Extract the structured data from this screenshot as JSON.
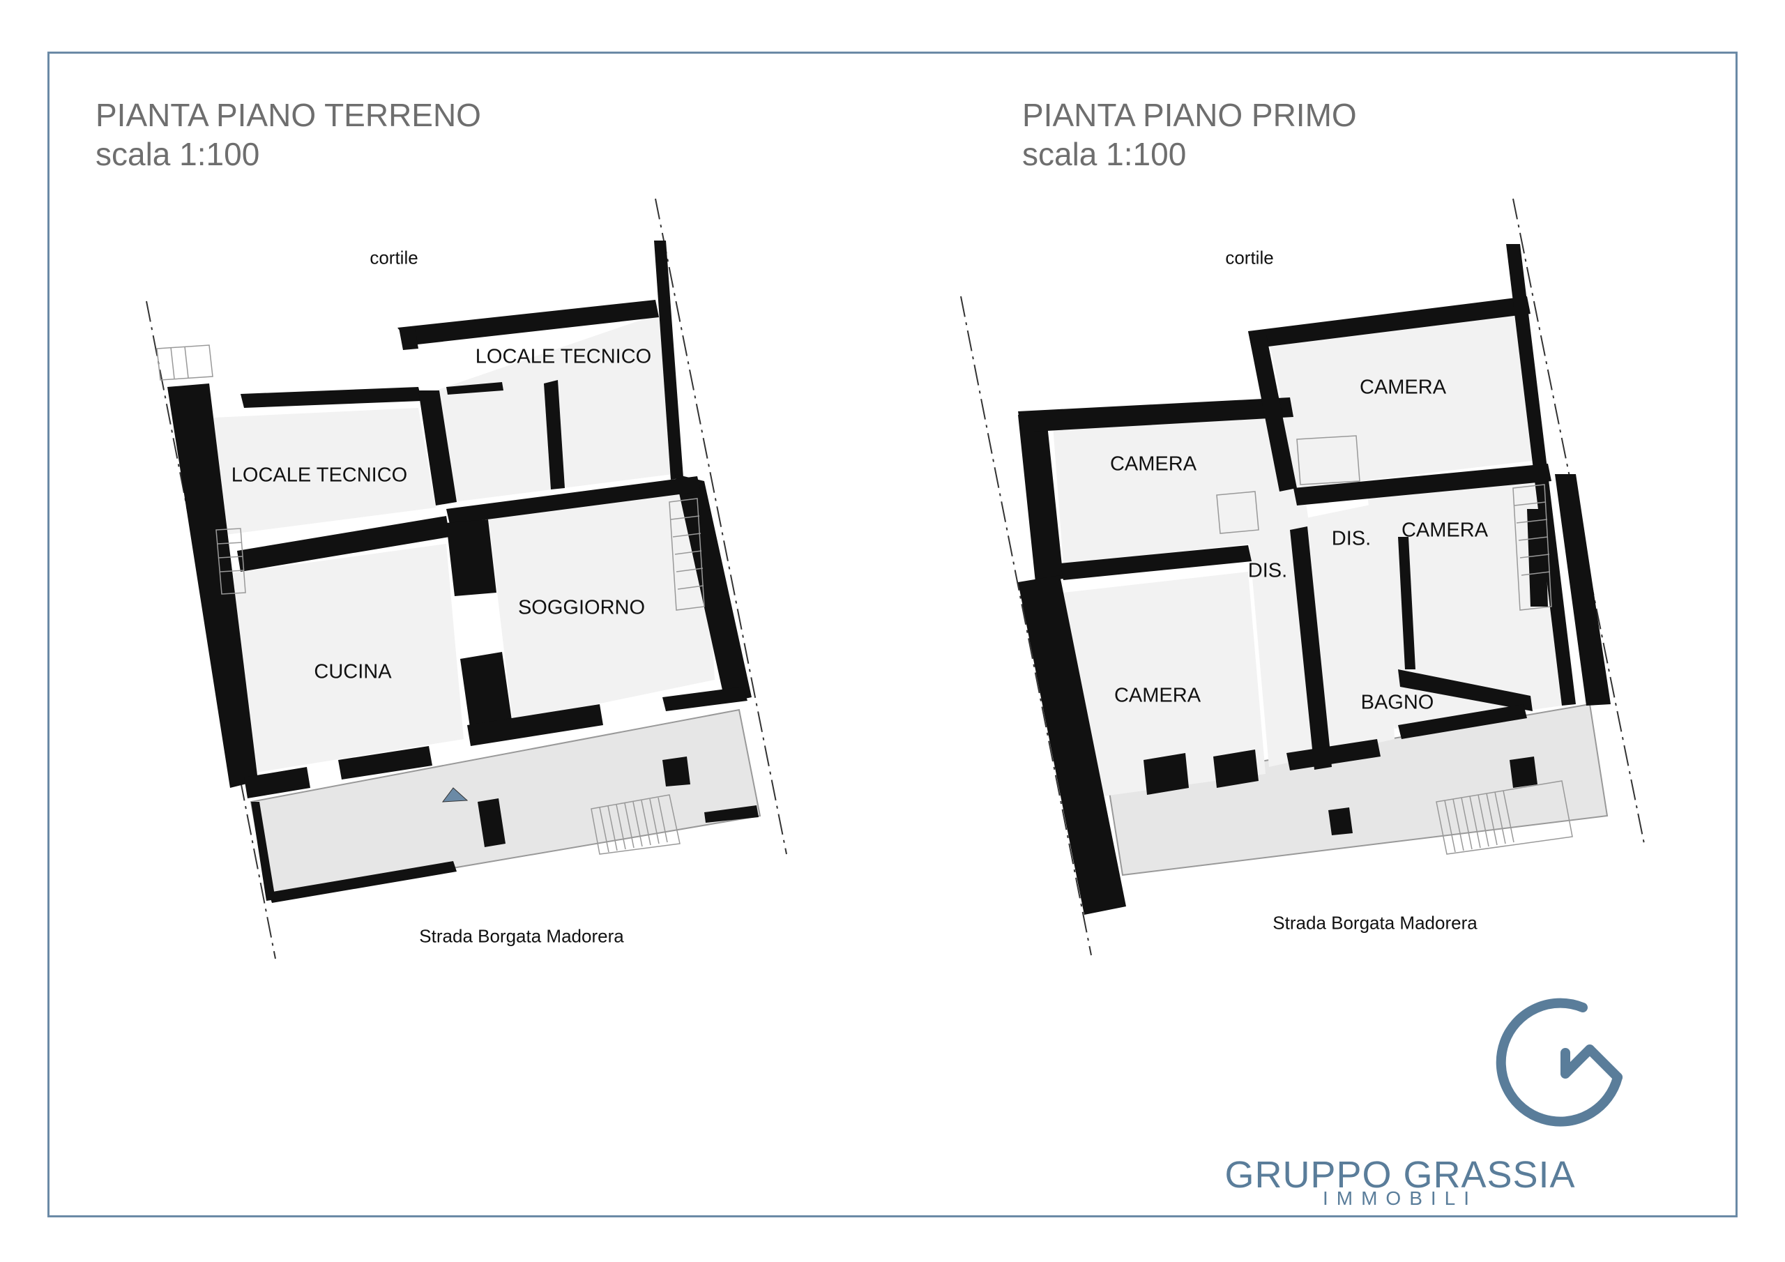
{
  "plans": [
    {
      "title": "PIANTA PIANO TERRENO",
      "scale": "scala 1:100",
      "top_label": "cortile",
      "bottom_label": "Strada Borgata Madorera",
      "rooms": [
        "LOCALE TECNICO",
        "LOCALE TECNICO",
        "SOGGIORNO",
        "CUCINA"
      ]
    },
    {
      "title": "PIANTA PIANO PRIMO",
      "scale": "scala 1:100",
      "top_label": "cortile",
      "bottom_label": "Strada Borgata Madorera",
      "rooms": [
        "CAMERA",
        "CAMERA",
        "CAMERA",
        "DIS.",
        "DIS.",
        "CAMERA",
        "BAGNO"
      ]
    }
  ],
  "brand": {
    "name": "GRUPPO GRASSIA",
    "subtitle": "IMMOBILI",
    "color": "#5a7d9a"
  },
  "colors": {
    "wall": "#111111",
    "room_fill": "#f2f2f2",
    "terrace_fill": "#e6e6e6",
    "frame": "#6b8aa6",
    "title_text": "#6e6e6e"
  }
}
